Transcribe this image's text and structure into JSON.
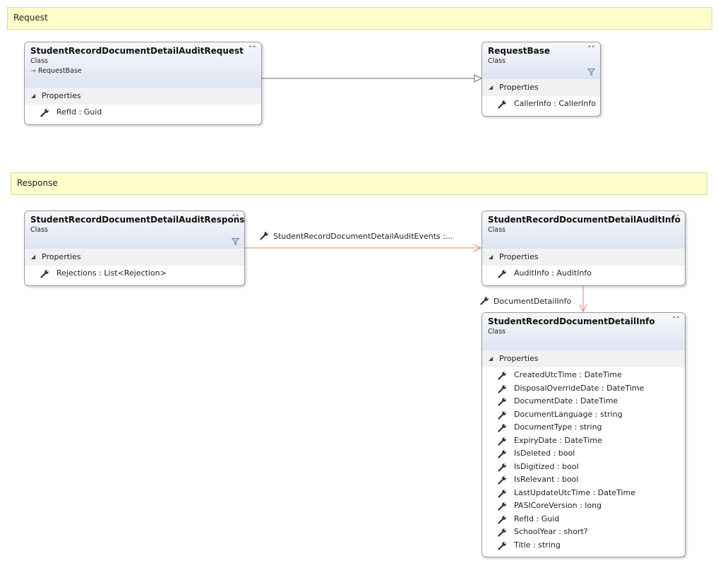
{
  "comments": {
    "request": "Request",
    "response": "Response"
  },
  "classes": {
    "audit_request": {
      "name": "StudentRecordDocumentDetailAuditRequest",
      "kind": "Class",
      "base": "RequestBase",
      "section": "Properties",
      "properties": [
        "RefId : Guid"
      ]
    },
    "request_base": {
      "name": "RequestBase",
      "kind": "Class",
      "section": "Properties",
      "properties": [
        "CallerInfo : CallerInfo"
      ]
    },
    "audit_response": {
      "name": "StudentRecordDocumentDetailAuditResponse",
      "kind": "Class",
      "section": "Properties",
      "properties": [
        "Rejections : List<Rejection>"
      ]
    },
    "audit_info": {
      "name": "StudentRecordDocumentDetailAuditInfo",
      "kind": "Class",
      "section": "Properties",
      "properties": [
        "AuditInfo : AuditInfo"
      ]
    },
    "detail_info": {
      "name": "StudentRecordDocumentDetailInfo",
      "kind": "Class",
      "section": "Properties",
      "properties": [
        "CreatedUtcTime : DateTime",
        "DisposalOverrideDate : DateTime",
        "DocumentDate : DateTime",
        "DocumentLanguage : string",
        "DocumentType : string",
        "ExpiryDate : DateTime",
        "IsDeleted : bool",
        "IsDigitized : bool",
        "IsRelevant : bool",
        "LastUpdateUtcTime : DateTime",
        "PASICoreVersion : long",
        "RefId : Guid",
        "SchoolYear : short?",
        "Title : string"
      ]
    }
  },
  "associations": {
    "audit_events": "StudentRecordDocumentDetailAuditEvents  :...",
    "document_detail_info": "DocumentDetailInfo"
  },
  "icons": {
    "collapse": "double-chevron-up-icon",
    "expand_section": "triangle-down-icon",
    "property": "wrench-icon",
    "filter": "filter-icon",
    "inherits": "inheritance-arrow-icon"
  },
  "colors": {
    "association_line": "#d88a6a",
    "inheritance_line": "#6a6a6a",
    "comment_fill": "#ffffcc"
  }
}
